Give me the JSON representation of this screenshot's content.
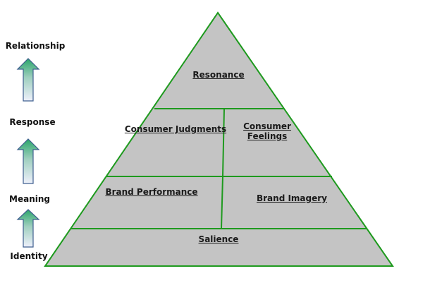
{
  "levels": {
    "relationship": "Relationship",
    "response": "Response",
    "meaning": "Meaning",
    "identity": "Identity"
  },
  "pyramid": {
    "resonance": "Resonance",
    "consumer_judgments": "Consumer Judgments",
    "consumer_feelings_line1": "Consumer",
    "consumer_feelings_line2": "Feelings",
    "brand_performance": "Brand Performance",
    "brand_imagery": "Brand Imagery",
    "salience": "Salience"
  },
  "colors": {
    "pyramid_fill": "#c4c4c4",
    "pyramid_stroke": "#1e9a1e",
    "arrow_top": "#2aa56a",
    "arrow_bottom": "#eef0fb",
    "arrow_stroke": "#3f5f8f"
  },
  "icons": {
    "arrow": "up-arrow-icon"
  }
}
